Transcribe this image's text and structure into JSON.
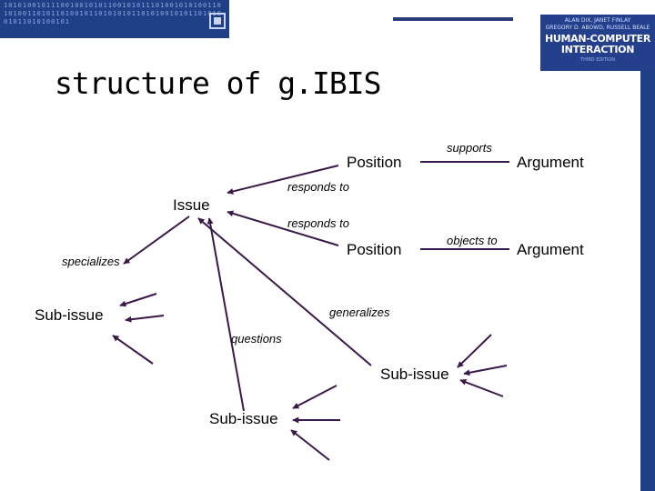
{
  "header": {
    "banner_text": "1010100101110010010101100101011101001010100110101001101011010010110101010110101001010110101001011010100101",
    "book": {
      "authors_line1": "ALAN DIX, JANET FINLAY",
      "authors_line2": "GREGORY D. ABOWD, RUSSELL BEALE",
      "title_line1": "HUMAN-COMPUTER",
      "title_line2": "INTERACTION",
      "edition": "THIRD EDITION"
    }
  },
  "slide": {
    "title": "structure of g.IBIS"
  },
  "diagram": {
    "nodes": {
      "issue": "Issue",
      "position_top": "Position",
      "position_mid": "Position",
      "argument_top": "Argument",
      "argument_mid": "Argument",
      "subissue_left": "Sub-issue",
      "subissue_right": "Sub-issue",
      "subissue_bottom": "Sub-issue"
    },
    "edges": {
      "supports": "supports",
      "objects_to": "objects to",
      "responds_to_1": "responds to",
      "responds_to_2": "responds to",
      "specializes": "specializes",
      "generalizes": "generalizes",
      "questions": "questions"
    },
    "colors": {
      "arrow": "#3a1848"
    }
  }
}
